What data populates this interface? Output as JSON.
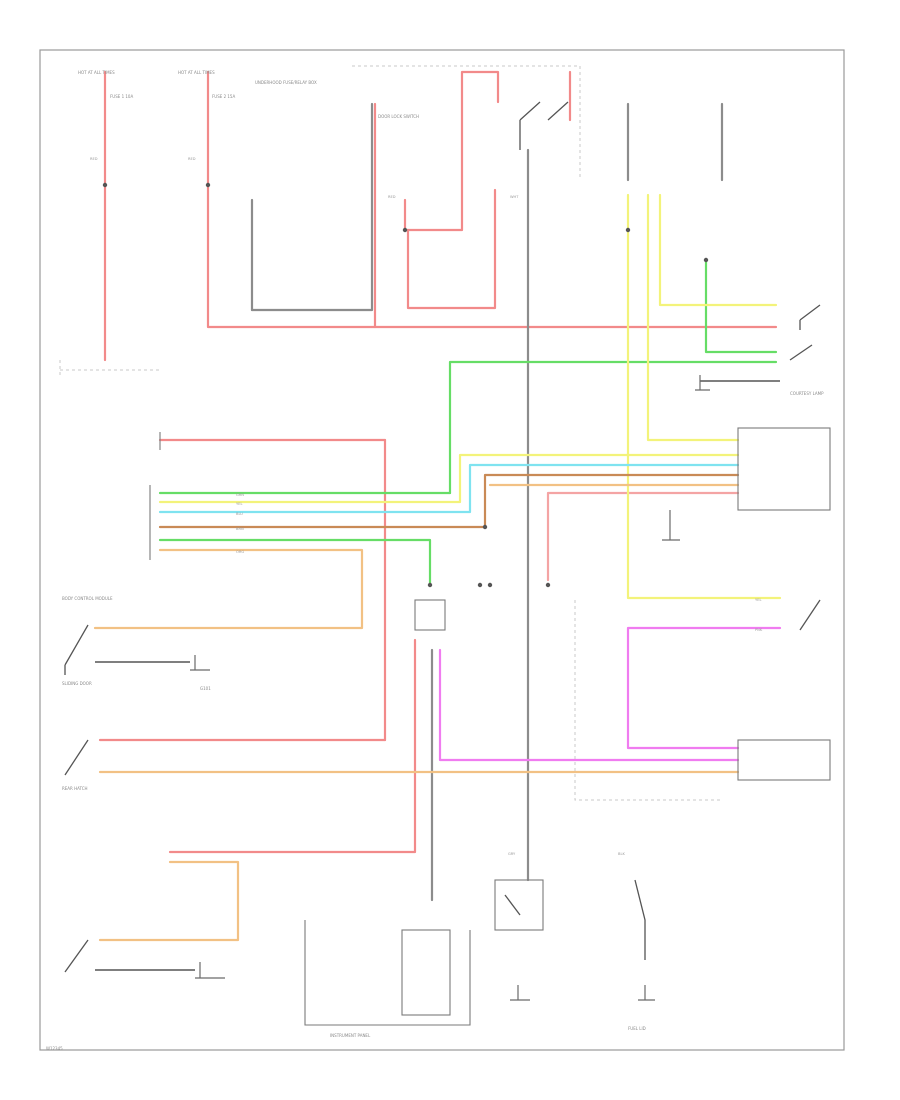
{
  "colors": {
    "red": "#f28a8a",
    "pink": "#f4a4a4",
    "gray": "#8c8c8c",
    "green": "#66dd66",
    "yellow": "#f3f37a",
    "cyan": "#7fe3f0",
    "orange": "#f2c184",
    "brown": "#c98a56",
    "magenta": "#f07cf0",
    "black": "#555555",
    "frame": "#9a9a9a"
  },
  "labels": {
    "fuse_block_left": "HOT AT ALL TIMES",
    "fuse_block_right": "HOT AT ALL TIMES",
    "underhood_fuse": "UNDERHOOD FUSE/RELAY BOX",
    "fuse_a": "FUSE 1 10A",
    "fuse_b": "FUSE 2 15A",
    "door_switch": "DOOR LOCK SWITCH",
    "body_control": "BODY CONTROL MODULE",
    "sliding_door": "SLIDING DOOR",
    "rear_hatch": "REAR HATCH",
    "courtesy": "COURTESY LAMP",
    "dash_panel": "INSTRUMENT PANEL",
    "fuel_lid": "FUEL LID",
    "ground_label": "G101",
    "page_id": "W12345"
  },
  "wire_codes": {
    "wht": "WHT",
    "red": "RED",
    "grn": "GRN",
    "blk": "BLK",
    "yel": "YEL",
    "blu": "BLU",
    "brn": "BRN",
    "pnk": "PNK",
    "org": "ORG",
    "gry": "GRY"
  }
}
